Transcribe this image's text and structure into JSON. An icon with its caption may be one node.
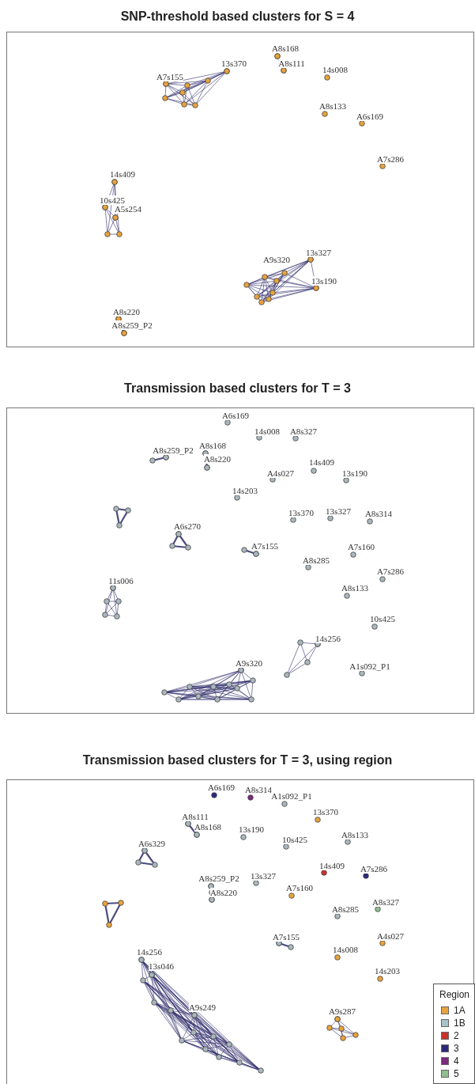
{
  "diagram": {
    "nodes": [
      {
        "text": [
          "SNP-threshold based clusters for S = 4"
        ]
      },
      {
        "text": [
          "Transmission based clusters for T = 3"
        ]
      },
      {
        "text": [
          "Transmission based clusters for T = 3, using region"
        ]
      }
    ],
    "labels": [
      "A8s168",
      "13s370",
      "A8s111",
      "14s008",
      "A7s155",
      "A8s133",
      "A6s169",
      "A7s286",
      "14s409",
      "10s425",
      "A5s254",
      "13s327",
      "A9s320",
      "13s190",
      "A8s220",
      "A8s259_P2",
      "A6s169",
      "14s008",
      "A8s327",
      "A8s168",
      "A8s259_P2",
      "A8s220",
      "14s409",
      "A4s027",
      "13s190",
      "14s203",
      "13s370",
      "13s327",
      "A8s314",
      "A6s270",
      "A7s155",
      "A7s160",
      "A8s285",
      "A7s286",
      "11s006",
      "A8s133",
      "10s425",
      "14s256",
      "A9s320",
      "A1s092_P1",
      "A6s169",
      "A8s314",
      "A1s092_P1",
      "13s370",
      "A8s111",
      "A8s168",
      "13s190",
      "A8s133",
      "10s425",
      "A6s329",
      "14s409",
      "A7s286",
      "A8s259_P2",
      "13s327",
      "A8s220",
      "A7s160",
      "A8s327",
      "A8s285",
      "A7s155",
      "A4s027",
      "14s008",
      "14s256",
      "13s046",
      "14s203",
      "A9s249",
      "A9s287",
      "Region"
    ],
    "legend": [
      {
        "text": "1A",
        "color": "#e8a33d"
      },
      {
        "text": "1B",
        "color": "#a9c4c8"
      },
      {
        "text": "2",
        "color": "#c8322b"
      },
      {
        "text": "3",
        "color": "#2b2a7a"
      },
      {
        "text": "4",
        "color": "#7b2a7d"
      },
      {
        "text": "5",
        "color": "#8fbf8f"
      }
    ]
  }
}
